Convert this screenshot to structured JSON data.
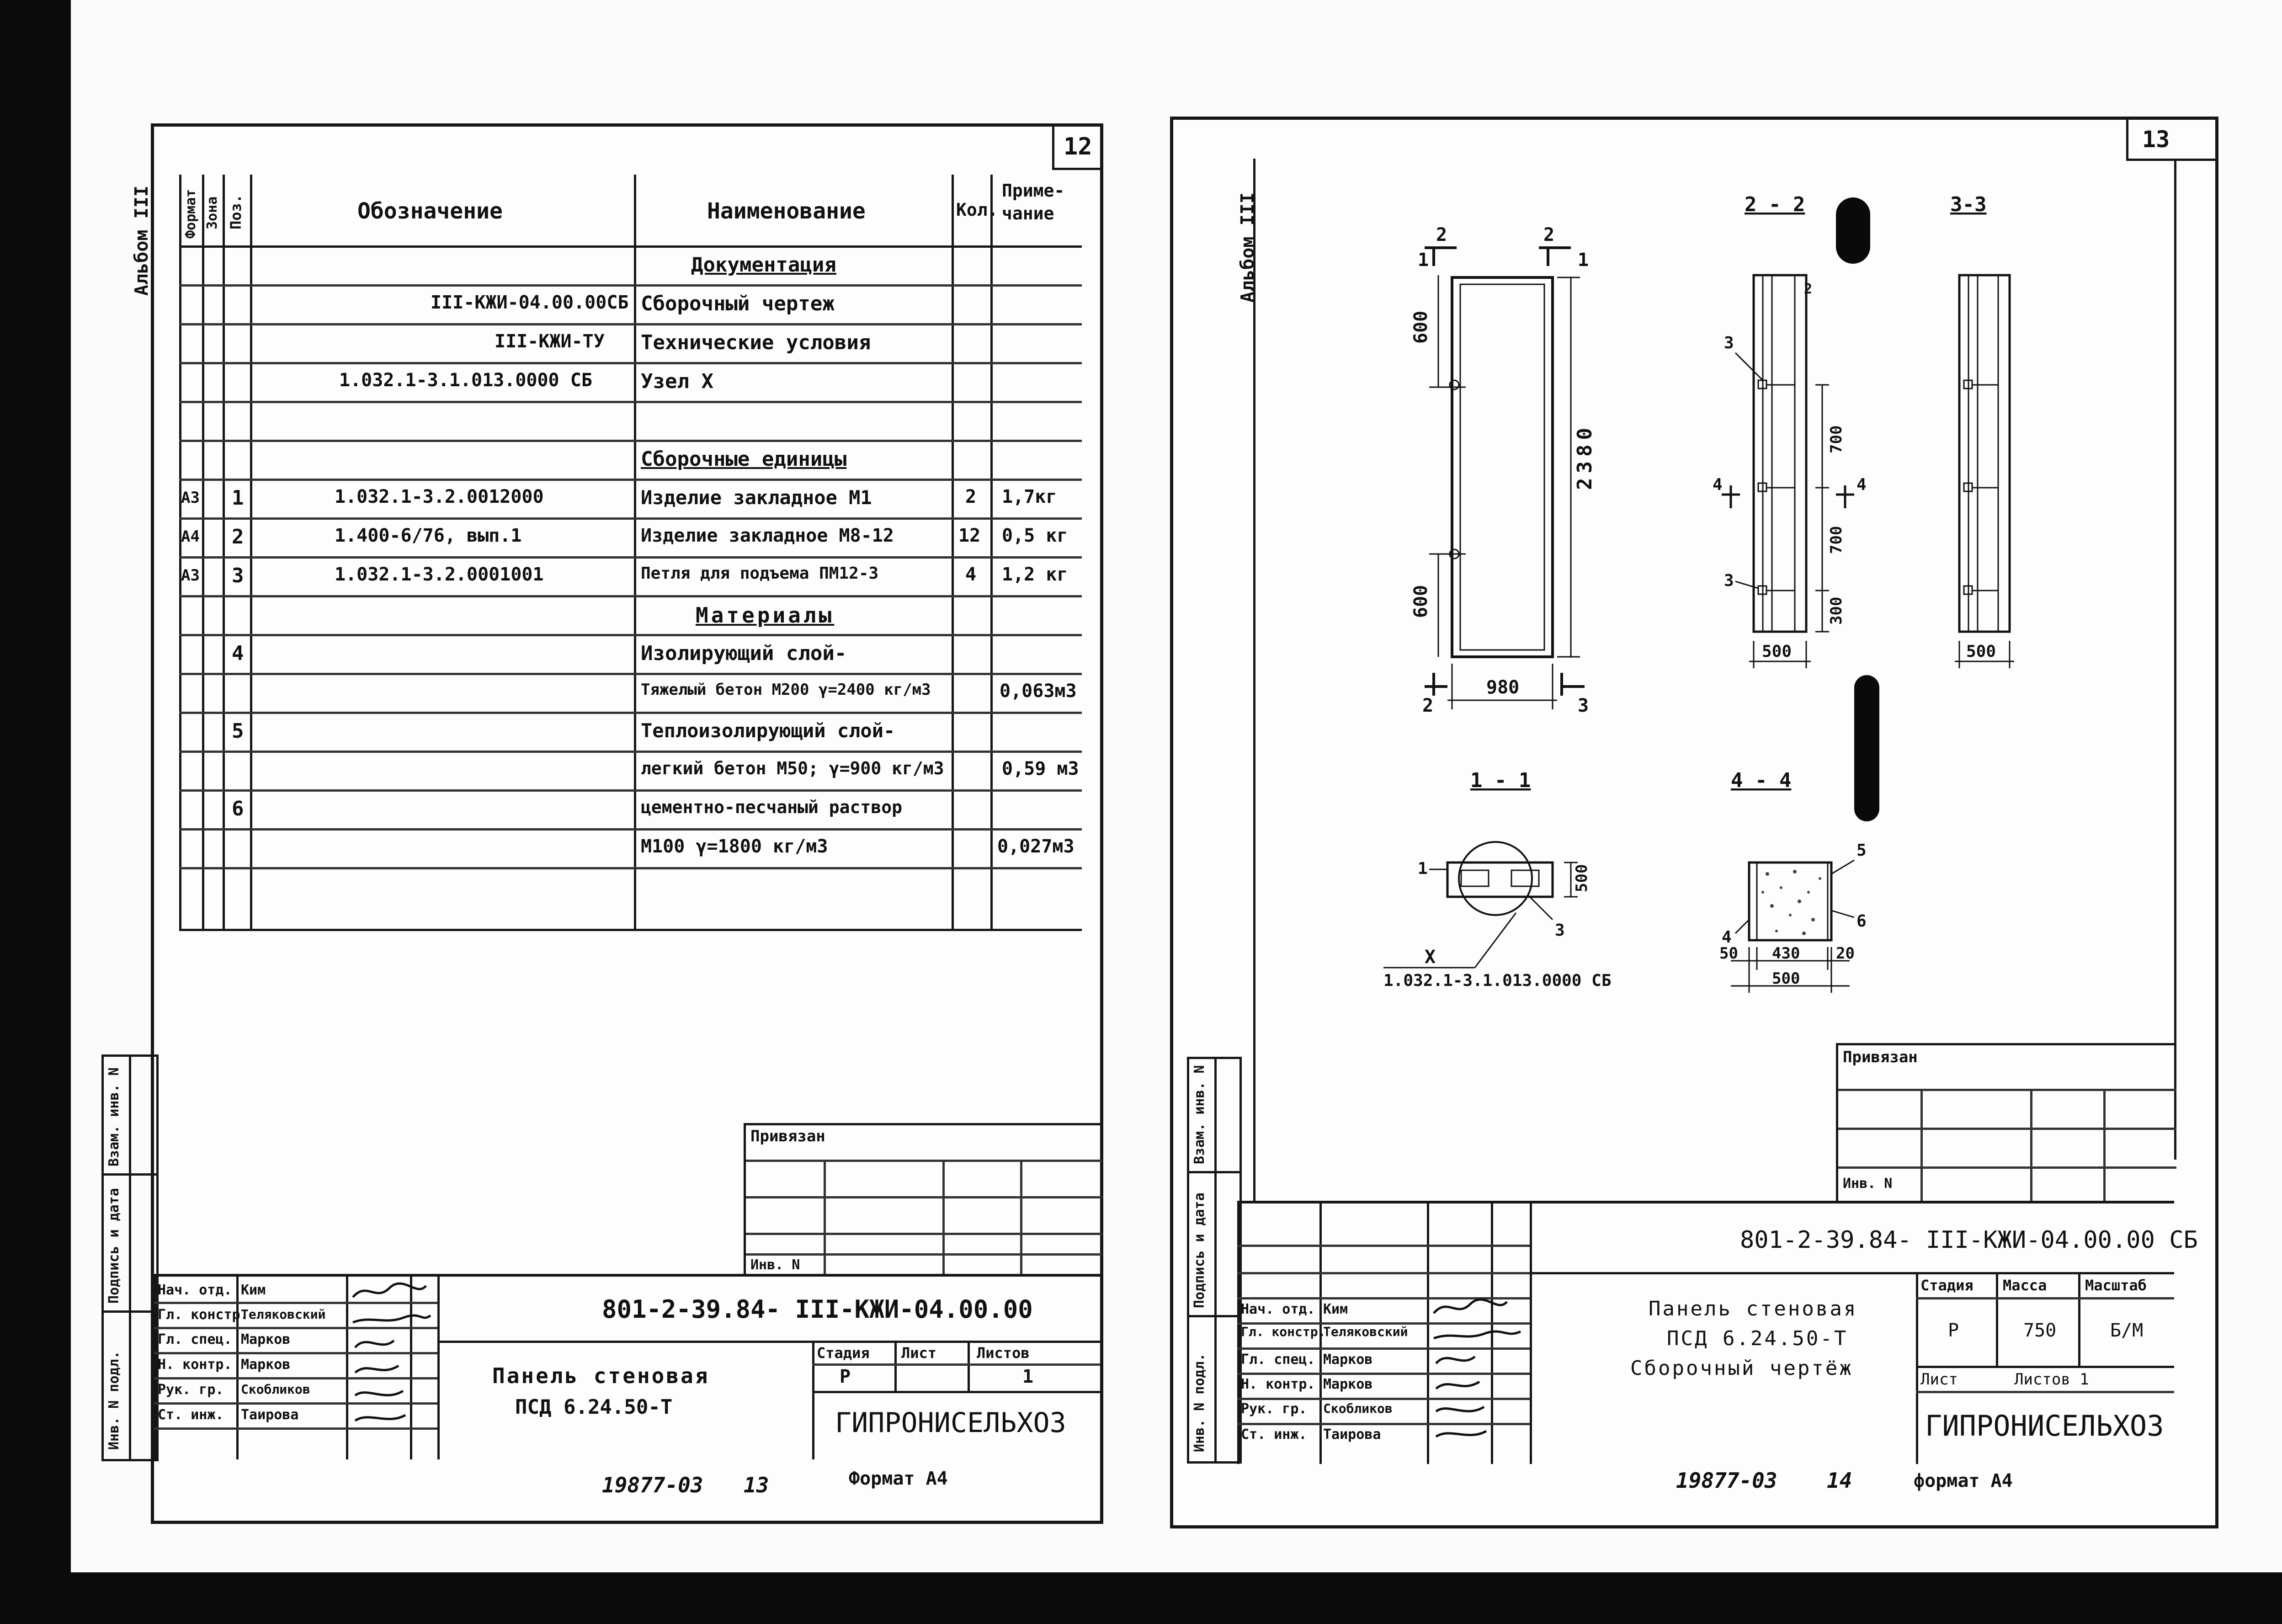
{
  "left_sheet": {
    "sheet_number": "12",
    "album_label": "Альбом III",
    "columns": {
      "format": "Формат",
      "zone": "Зона",
      "pos": "Поз.",
      "designation": "Обозначение",
      "name": "Наименование",
      "qty": "Кол.",
      "note": "Приме-\nчание"
    },
    "rows": [
      {
        "fmt": "",
        "pos": "",
        "designation": "",
        "name": "Документация",
        "qty": "",
        "note": ""
      },
      {
        "fmt": "",
        "pos": "",
        "designation": "III-КЖИ-04.00.00СБ",
        "name": "Сборочный чертеж",
        "qty": "",
        "note": ""
      },
      {
        "fmt": "",
        "pos": "",
        "designation": "III-КЖИ-ТУ",
        "name": "Технические условия",
        "qty": "",
        "note": ""
      },
      {
        "fmt": "",
        "pos": "",
        "designation": "1.032.1-3.1.013.0000 СБ",
        "name": "Узел X",
        "qty": "",
        "note": ""
      },
      {
        "fmt": "",
        "pos": "",
        "designation": "",
        "name": "",
        "qty": "",
        "note": ""
      },
      {
        "fmt": "",
        "pos": "",
        "designation": "",
        "name": "Сборочные единицы",
        "qty": "",
        "note": ""
      },
      {
        "fmt": "A3",
        "pos": "1",
        "designation": "1.032.1-3.2.0012000",
        "name": "Изделие закладное М1",
        "qty": "2",
        "note": "1,7кг"
      },
      {
        "fmt": "A4",
        "pos": "2",
        "designation": "1.400-6/76, вып.1",
        "name": "Изделие закладное М8-12",
        "qty": "12",
        "note": "0,5 кг"
      },
      {
        "fmt": "A3",
        "pos": "3",
        "designation": "1.032.1-3.2.0001001",
        "name": "Петля для подъема ПМ12-3",
        "qty": "4",
        "note": "1,2 кг"
      },
      {
        "fmt": "",
        "pos": "",
        "designation": "",
        "name": "Материалы",
        "qty": "",
        "note": ""
      },
      {
        "fmt": "",
        "pos": "4",
        "designation": "",
        "name": "Изолирующий слой-",
        "qty": "",
        "note": ""
      },
      {
        "fmt": "",
        "pos": "",
        "designation": "",
        "name": "Тяжелый бетон М200 γ=2400 кг/м3",
        "qty": "",
        "note": "0,063м3"
      },
      {
        "fmt": "",
        "pos": "5",
        "designation": "",
        "name": "Теплоизолирующий слой-",
        "qty": "",
        "note": ""
      },
      {
        "fmt": "",
        "pos": "",
        "designation": "",
        "name": "легкий бетон М50; γ=900 кг/м3",
        "qty": "",
        "note": "0,59 м3"
      },
      {
        "fmt": "",
        "pos": "6",
        "designation": "",
        "name": "цементно-песчаный раствор",
        "qty": "",
        "note": ""
      },
      {
        "fmt": "",
        "pos": "",
        "designation": "",
        "name": "М100 γ=1800 кг/м3",
        "qty": "",
        "note": "0,027м3"
      }
    ],
    "side_labels": [
      "Взам. инв. N",
      "Подпись и дата",
      "Инв. N подл."
    ],
    "privyazan": "Привязан",
    "inv_n": "Инв. N",
    "title_block": {
      "code": "801-2-39.84- III-КЖИ-04.00.00",
      "title_line1": "Панель стеновая",
      "title_line2": "ПСД 6.24.50-Т",
      "stage_label": "Стадия",
      "sheet_label": "Лист",
      "sheets_label": "Листов",
      "stage": "Р",
      "sheet": "",
      "sheets": "1",
      "org": "ГИПРОНИСЕЛЬХОЗ",
      "roles": [
        "Нач. отд.",
        "Гл. констр.",
        "Гл. спец.",
        "Н. контр.",
        "Рук. гр.",
        "Ст. инж."
      ],
      "names": [
        "Ким",
        "Теляковский",
        "Марков",
        "Марков",
        "Скобликов",
        "Таирова"
      ]
    },
    "footer_code": "19877-03",
    "footer_page": "13",
    "footer_format": "Формат А4"
  },
  "right_sheet": {
    "sheet_number": "13",
    "album_label": "Альбом III",
    "views": {
      "view_2_2": "2 - 2",
      "view_3_3": "3-3",
      "view_1_1": "1 - 1",
      "view_4_4": "4 - 4"
    },
    "dims": {
      "top": "600",
      "bottom": "600",
      "height": "2380",
      "width": "980",
      "v700a": "700",
      "v700b": "700",
      "v300": "300",
      "w500a": "500",
      "w500b": "500",
      "s500": "500",
      "d50": "50",
      "d430": "430",
      "d20": "20",
      "d500": "500"
    },
    "callouts": [
      "1",
      "2",
      "3",
      "4",
      "5",
      "6"
    ],
    "section_marks": {
      "two": "2",
      "three": "3",
      "four": "4",
      "one": "1"
    },
    "node_label": "X",
    "node_ref": "1.032.1-3.1.013.0000 СБ",
    "side_labels": [
      "Взам. инв. N",
      "Подпись и дата",
      "Инв. N подл."
    ],
    "privyazan": "Привязан",
    "inv_n": "Инв. N",
    "title_block": {
      "code": "801-2-39.84- III-КЖИ-04.00.00 СБ",
      "title_line1": "Панель стеновая",
      "title_line2": "ПСД 6.24.50-Т",
      "title_line3": "Сборочный чертёж",
      "stage_label": "Стадия",
      "mass_label": "Масса",
      "scale_label": "Масштаб",
      "stage": "Р",
      "mass": "750",
      "scale": "Б/М",
      "sheet_label": "Лист",
      "sheets_label": "Листов 1",
      "org": "ГИПРОНИСЕЛЬХОЗ",
      "roles": [
        "Нач. отд.",
        "Гл. констр.",
        "Гл. спец.",
        "Н. контр.",
        "Рук. гр.",
        "Ст. инж."
      ],
      "names": [
        "Ким",
        "Теляковский",
        "Марков",
        "Марков",
        "Скобликов",
        "Таирова"
      ]
    },
    "footer_code": "19877-03",
    "footer_page": "14",
    "footer_format": "формат А4"
  }
}
